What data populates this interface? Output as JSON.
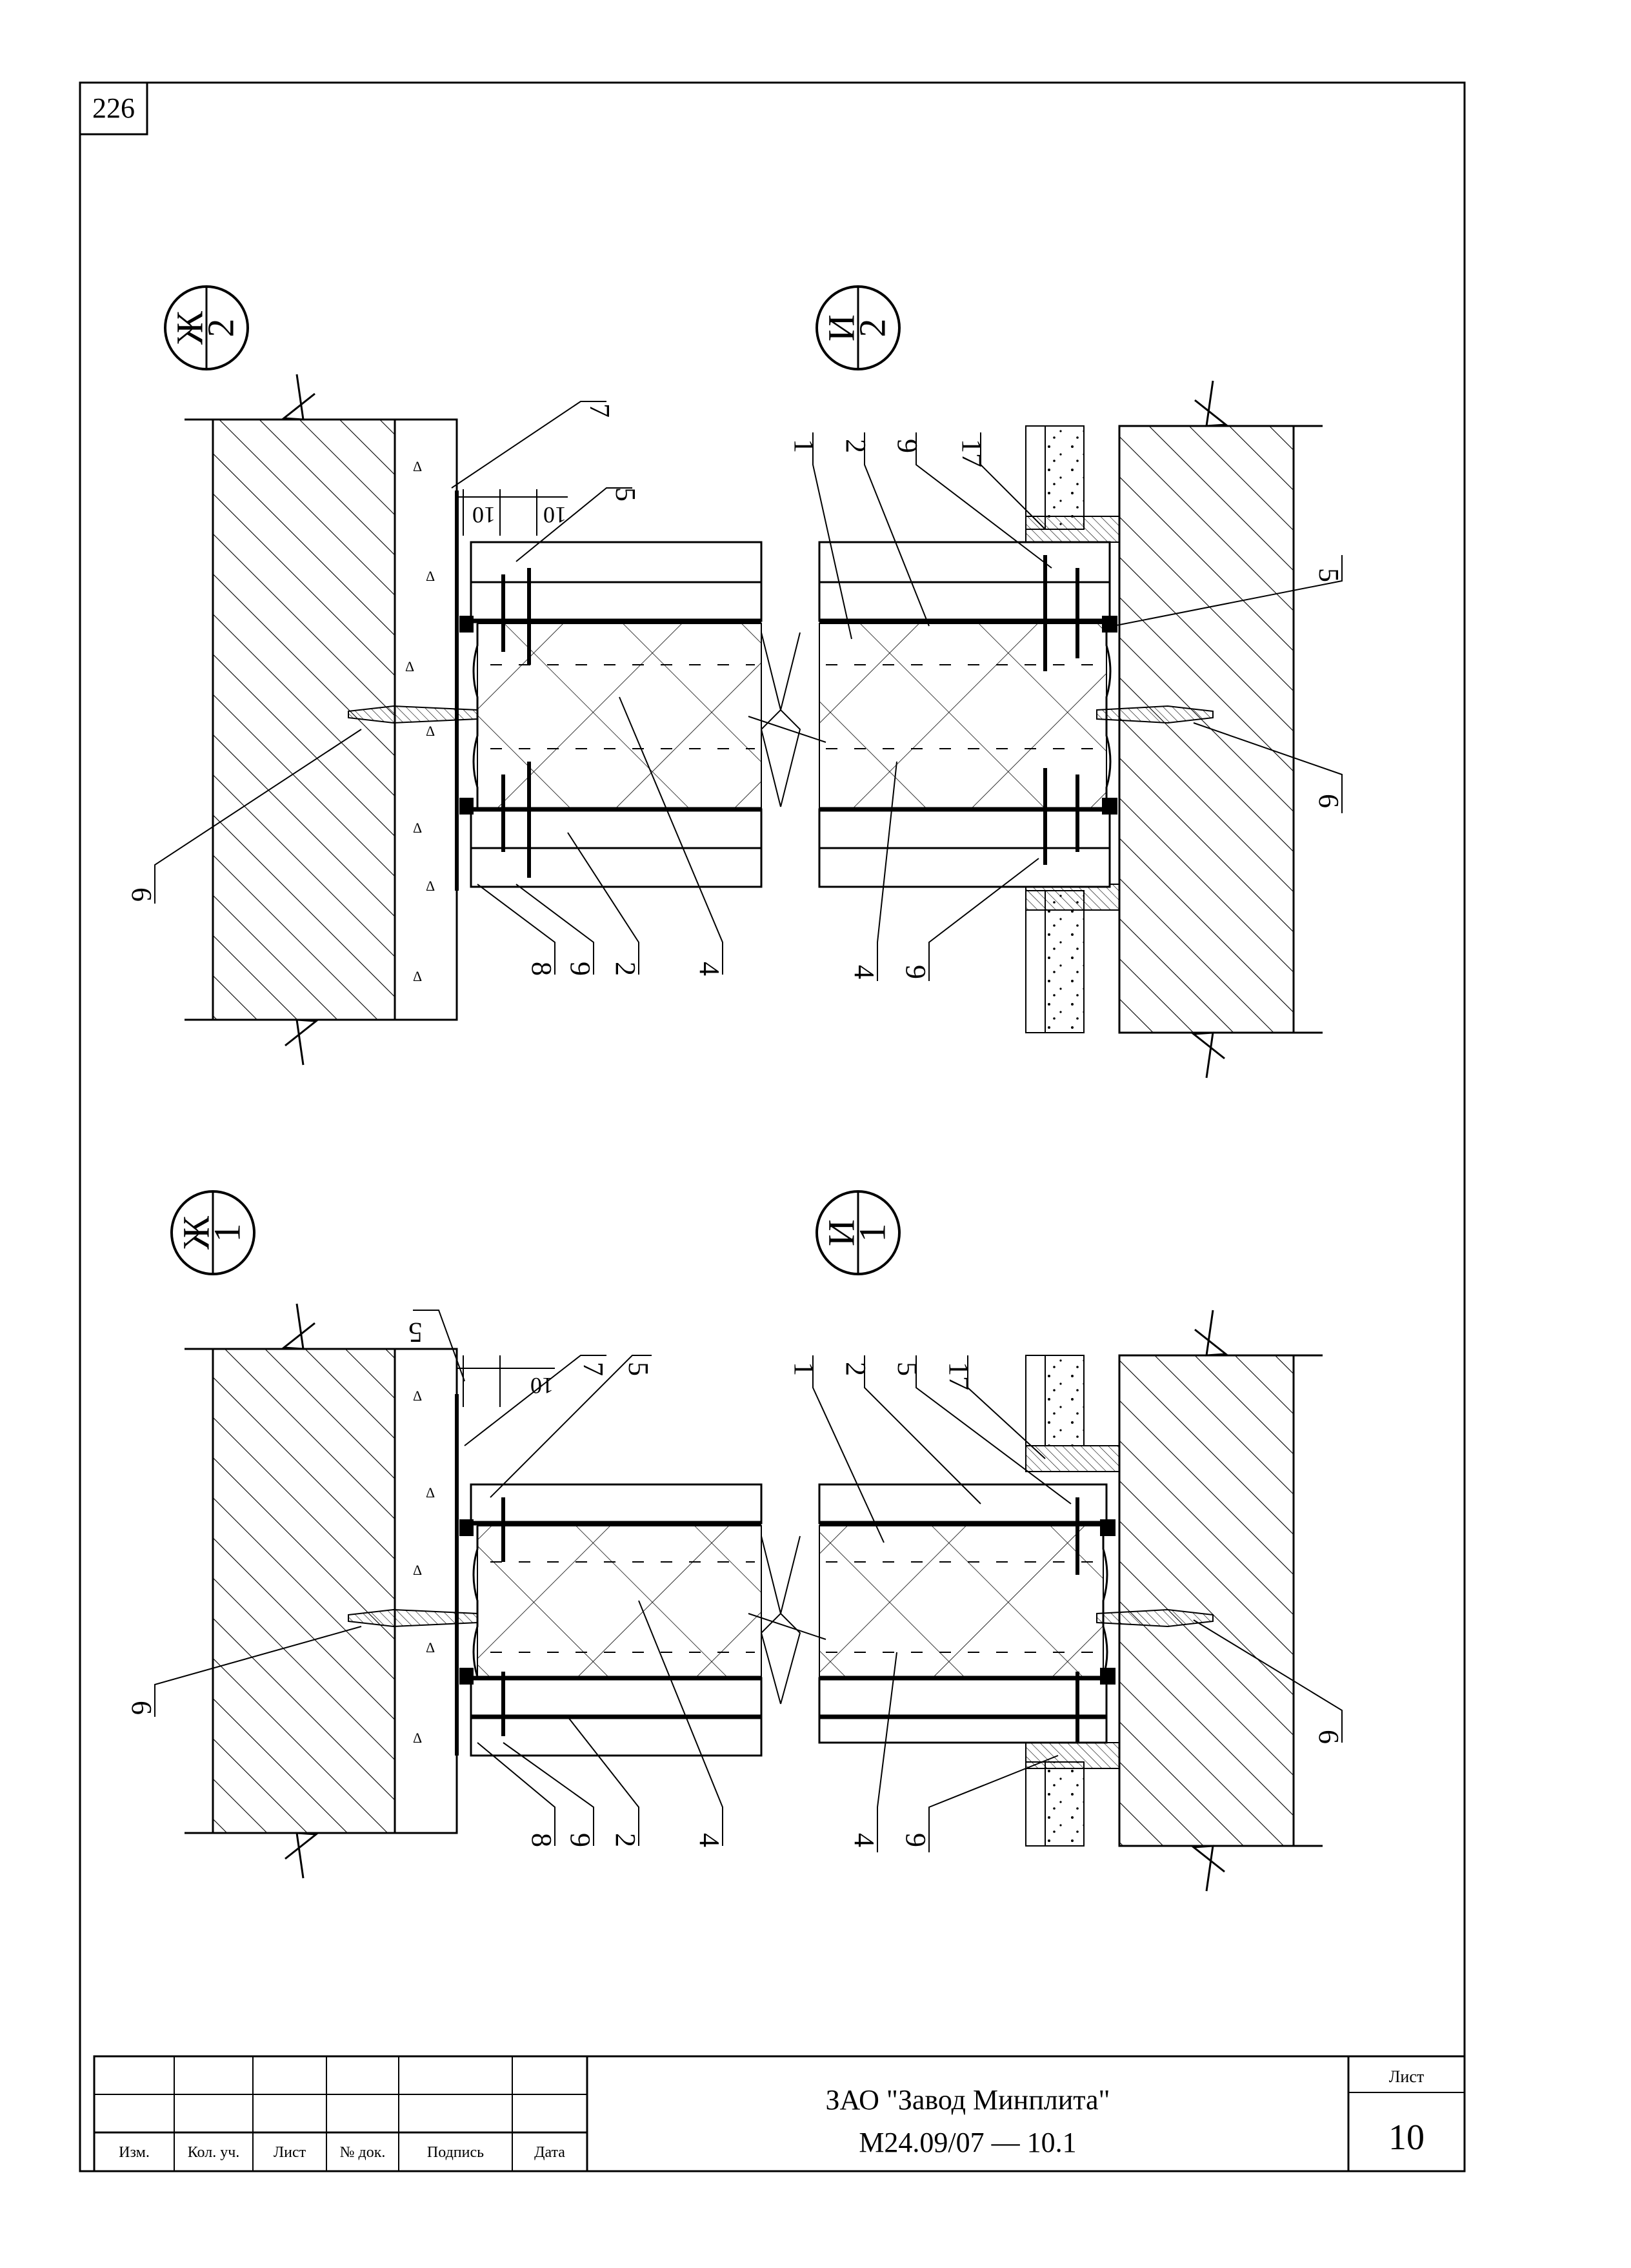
{
  "sheet_corner_number": "226",
  "details": [
    {
      "id": "zh2",
      "mark": "Ж",
      "sheet": "2"
    },
    {
      "id": "i2",
      "mark": "И",
      "sheet": "2"
    },
    {
      "id": "zh1",
      "mark": "Ж",
      "sheet": "1"
    },
    {
      "id": "i1",
      "mark": "И",
      "sheet": "1"
    }
  ],
  "callouts": {
    "zh2": {
      "c7": "7",
      "c5": "5",
      "c6": "6",
      "c8": "8",
      "c9": "9",
      "c2": "2",
      "c4": "4",
      "d1": "10",
      "d2": "10"
    },
    "i2": {
      "c1": "1",
      "c2": "2",
      "c9a": "9",
      "c17": "17",
      "c5": "5",
      "c6": "6",
      "c4": "4",
      "c9b": "9"
    },
    "zh1": {
      "c5a": "5",
      "c7": "7",
      "c5": "5",
      "c6": "6",
      "c8": "8",
      "c9": "9",
      "c2": "2",
      "c4": "4",
      "d1": "10"
    },
    "i1": {
      "c1": "1",
      "c2": "2",
      "c5": "5",
      "c17": "17",
      "c6": "6",
      "c4": "4",
      "c9": "9"
    }
  },
  "title_block": {
    "headers": [
      "Изм.",
      "Кол. уч.",
      "Лист",
      "№ док.",
      "Подпись",
      "Дата"
    ],
    "company": "ЗАО \"Завод Минплита\"",
    "doc_code": "М24.09/07   —   10.1",
    "sheet_label": "Лист",
    "sheet_number": "10"
  }
}
